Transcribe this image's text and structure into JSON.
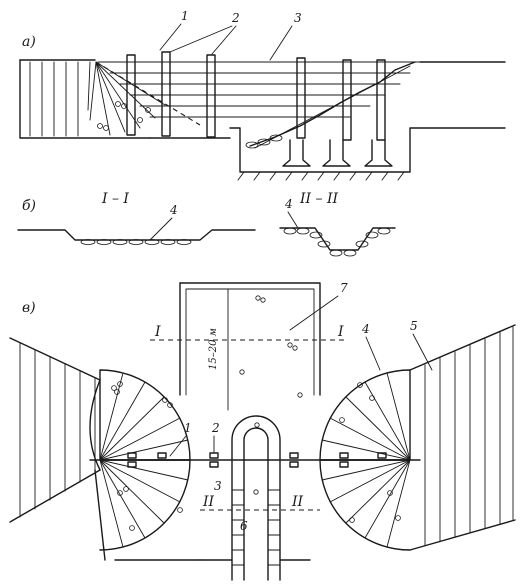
{
  "panels": {
    "a": "а)",
    "b": "б)",
    "v": "в)"
  },
  "sections": {
    "s1": "I – I",
    "s2": "II – II"
  },
  "callouts": {
    "n1": "1",
    "n2": "2",
    "n3": "3",
    "n4": "4",
    "n5": "5",
    "n6": "6",
    "n7": "7"
  },
  "plan_cut_marks": {
    "I": "I",
    "II": "II"
  },
  "dimension": "15–20 м"
}
